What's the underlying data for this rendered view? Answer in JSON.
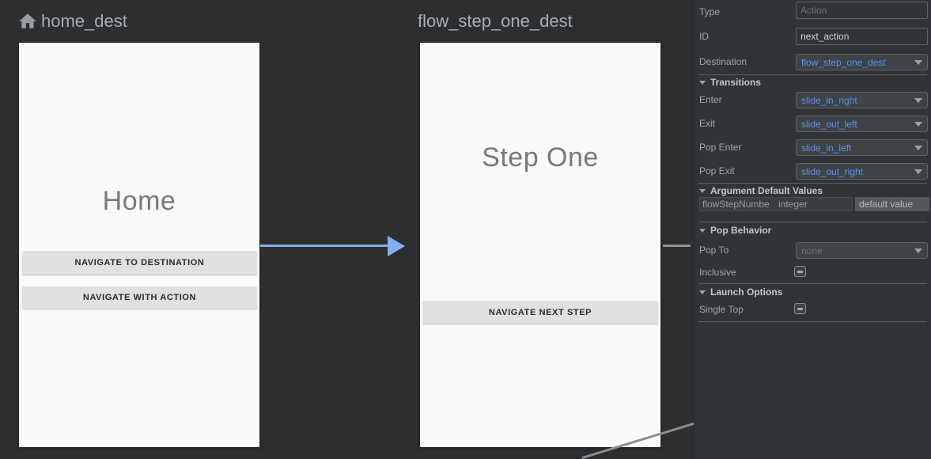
{
  "graph": {
    "destinations": [
      {
        "header": "home_dest",
        "screen_title": "Home",
        "buttons": [
          {
            "label": "NAVIGATE TO DESTINATION"
          },
          {
            "label": "NAVIGATE WITH ACTION"
          }
        ]
      },
      {
        "header": "flow_step_one_dest",
        "screen_title": "Step One",
        "buttons": [
          {
            "label": "NAVIGATE NEXT STEP"
          }
        ]
      }
    ],
    "colors": {
      "action_arrow": "#85adf2",
      "edge_gray": "#8b8e90"
    }
  },
  "inspector": {
    "type_field": {
      "label": "Type",
      "placeholder": "Action",
      "value": ""
    },
    "id_field": {
      "label": "ID",
      "value": "next_action"
    },
    "destination_field": {
      "label": "Destination",
      "value": "flow_step_one_dest"
    },
    "transitions": {
      "title": "Transitions",
      "rows": [
        {
          "label": "Enter",
          "value": "slide_in_right"
        },
        {
          "label": "Exit",
          "value": "slide_out_left"
        },
        {
          "label": "Pop Enter",
          "value": "slide_in_left"
        },
        {
          "label": "Pop Exit",
          "value": "slide_out_right"
        }
      ]
    },
    "argument_defaults": {
      "title": "Argument Default Values",
      "rows": [
        {
          "name": "flowStepNumbe",
          "type": "integer",
          "value_placeholder": "default value"
        }
      ]
    },
    "pop_behavior": {
      "title": "Pop Behavior",
      "pop_to": {
        "label": "Pop To",
        "value": "none"
      },
      "inclusive": {
        "label": "Inclusive",
        "state": "indeterminate"
      }
    },
    "launch_options": {
      "title": "Launch Options",
      "single_top": {
        "label": "Single Top",
        "state": "indeterminate"
      }
    },
    "accent_blue": "#5794ec"
  }
}
